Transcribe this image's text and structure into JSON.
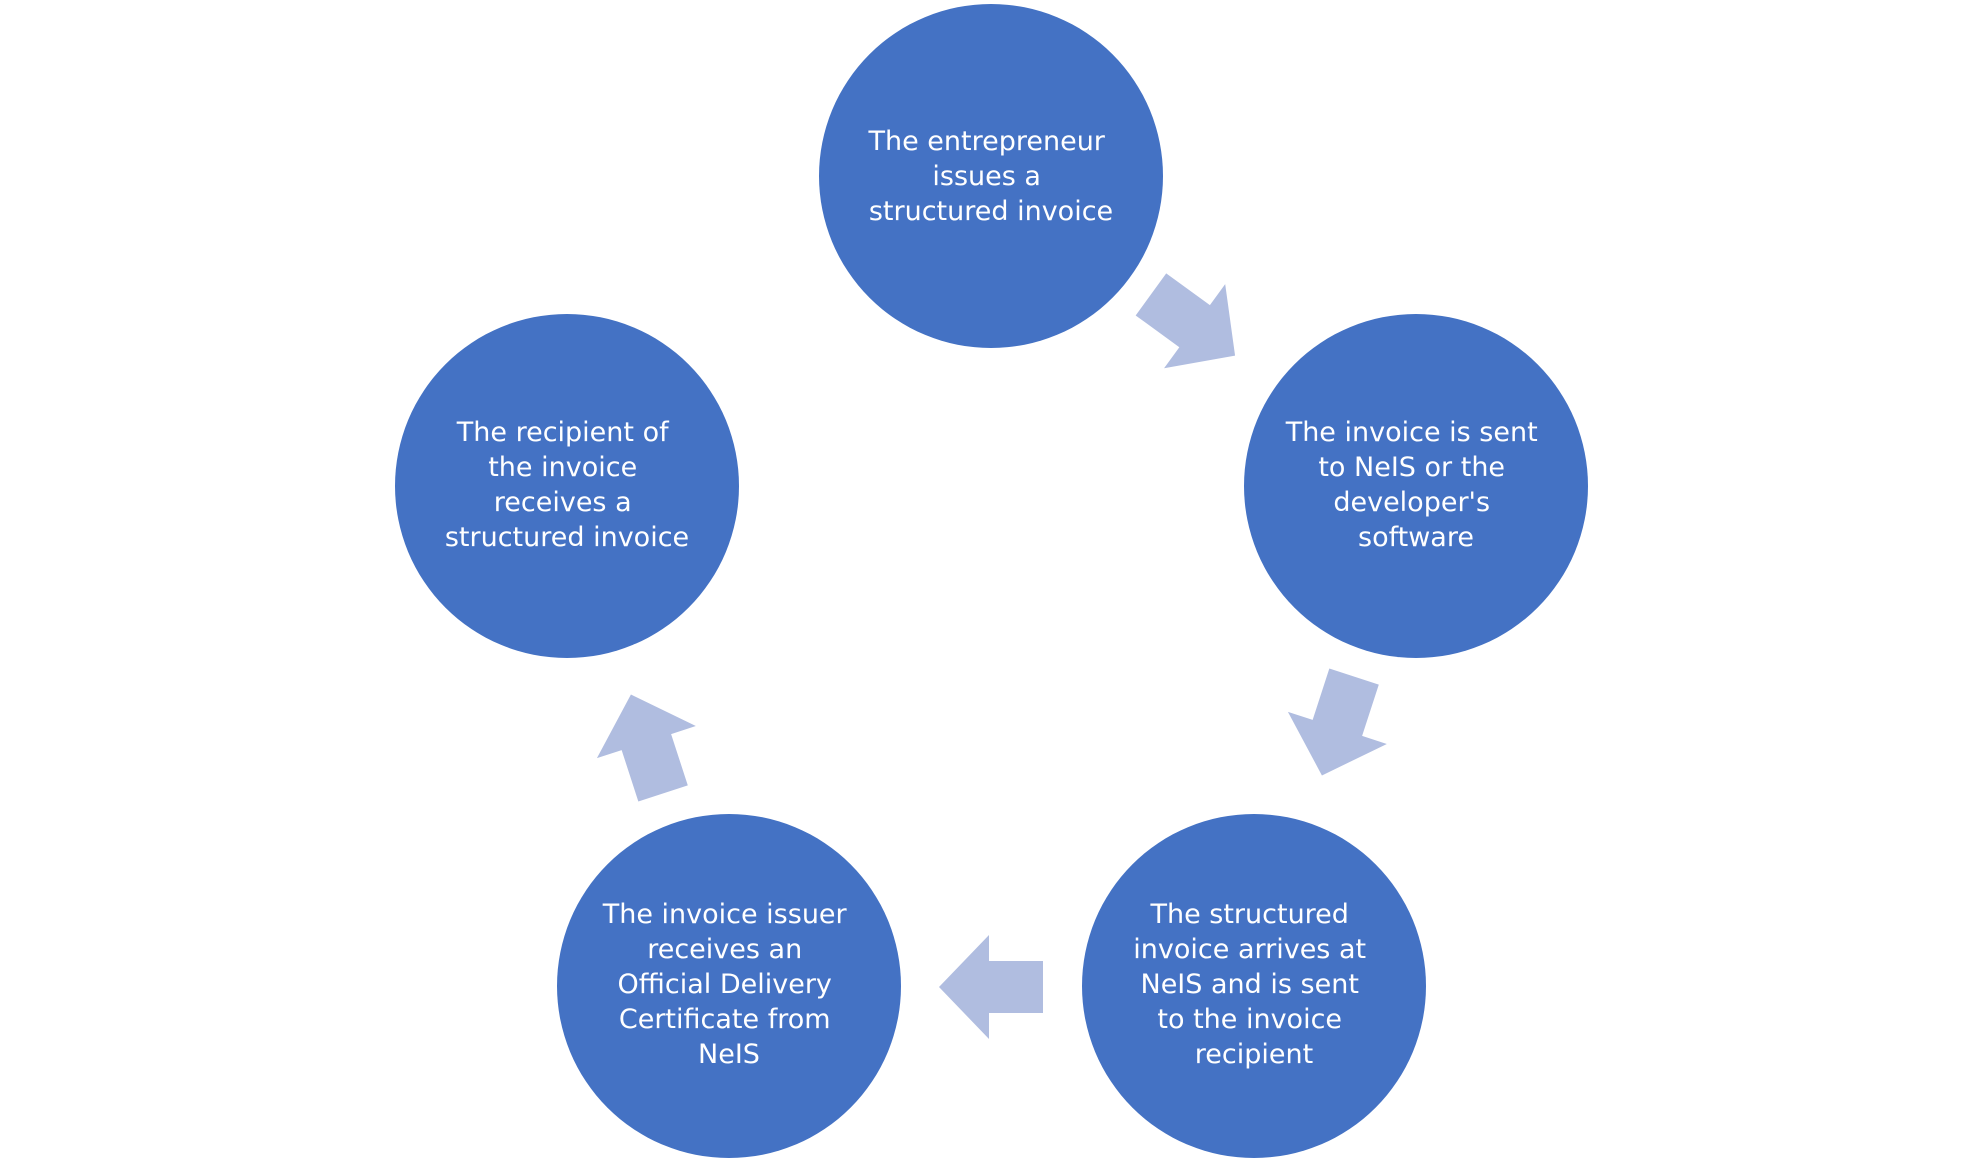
{
  "diagram": {
    "type": "cycle",
    "colors": {
      "node_fill": "#4472c4",
      "node_text": "#ffffff",
      "arrow_fill": "#b0bde0",
      "background": "#ffffff"
    },
    "nodes": [
      {
        "id": "issue",
        "lines": [
          "The entrepreneur",
          "issues a",
          "structured invoice"
        ]
      },
      {
        "id": "send",
        "lines": [
          "The invoice is sent",
          "to NeIS or the",
          "developer's",
          "software"
        ]
      },
      {
        "id": "arrive",
        "lines": [
          "The structured",
          "invoice arrives at",
          "NeIS and is sent",
          "to the invoice",
          "recipient"
        ]
      },
      {
        "id": "certificate",
        "lines": [
          "The invoice issuer",
          "receives an",
          "Official Delivery",
          "Certificate from",
          "NeIS"
        ]
      },
      {
        "id": "receive",
        "lines": [
          "The recipient of",
          "the invoice",
          "receives a",
          "structured invoice"
        ]
      }
    ]
  }
}
